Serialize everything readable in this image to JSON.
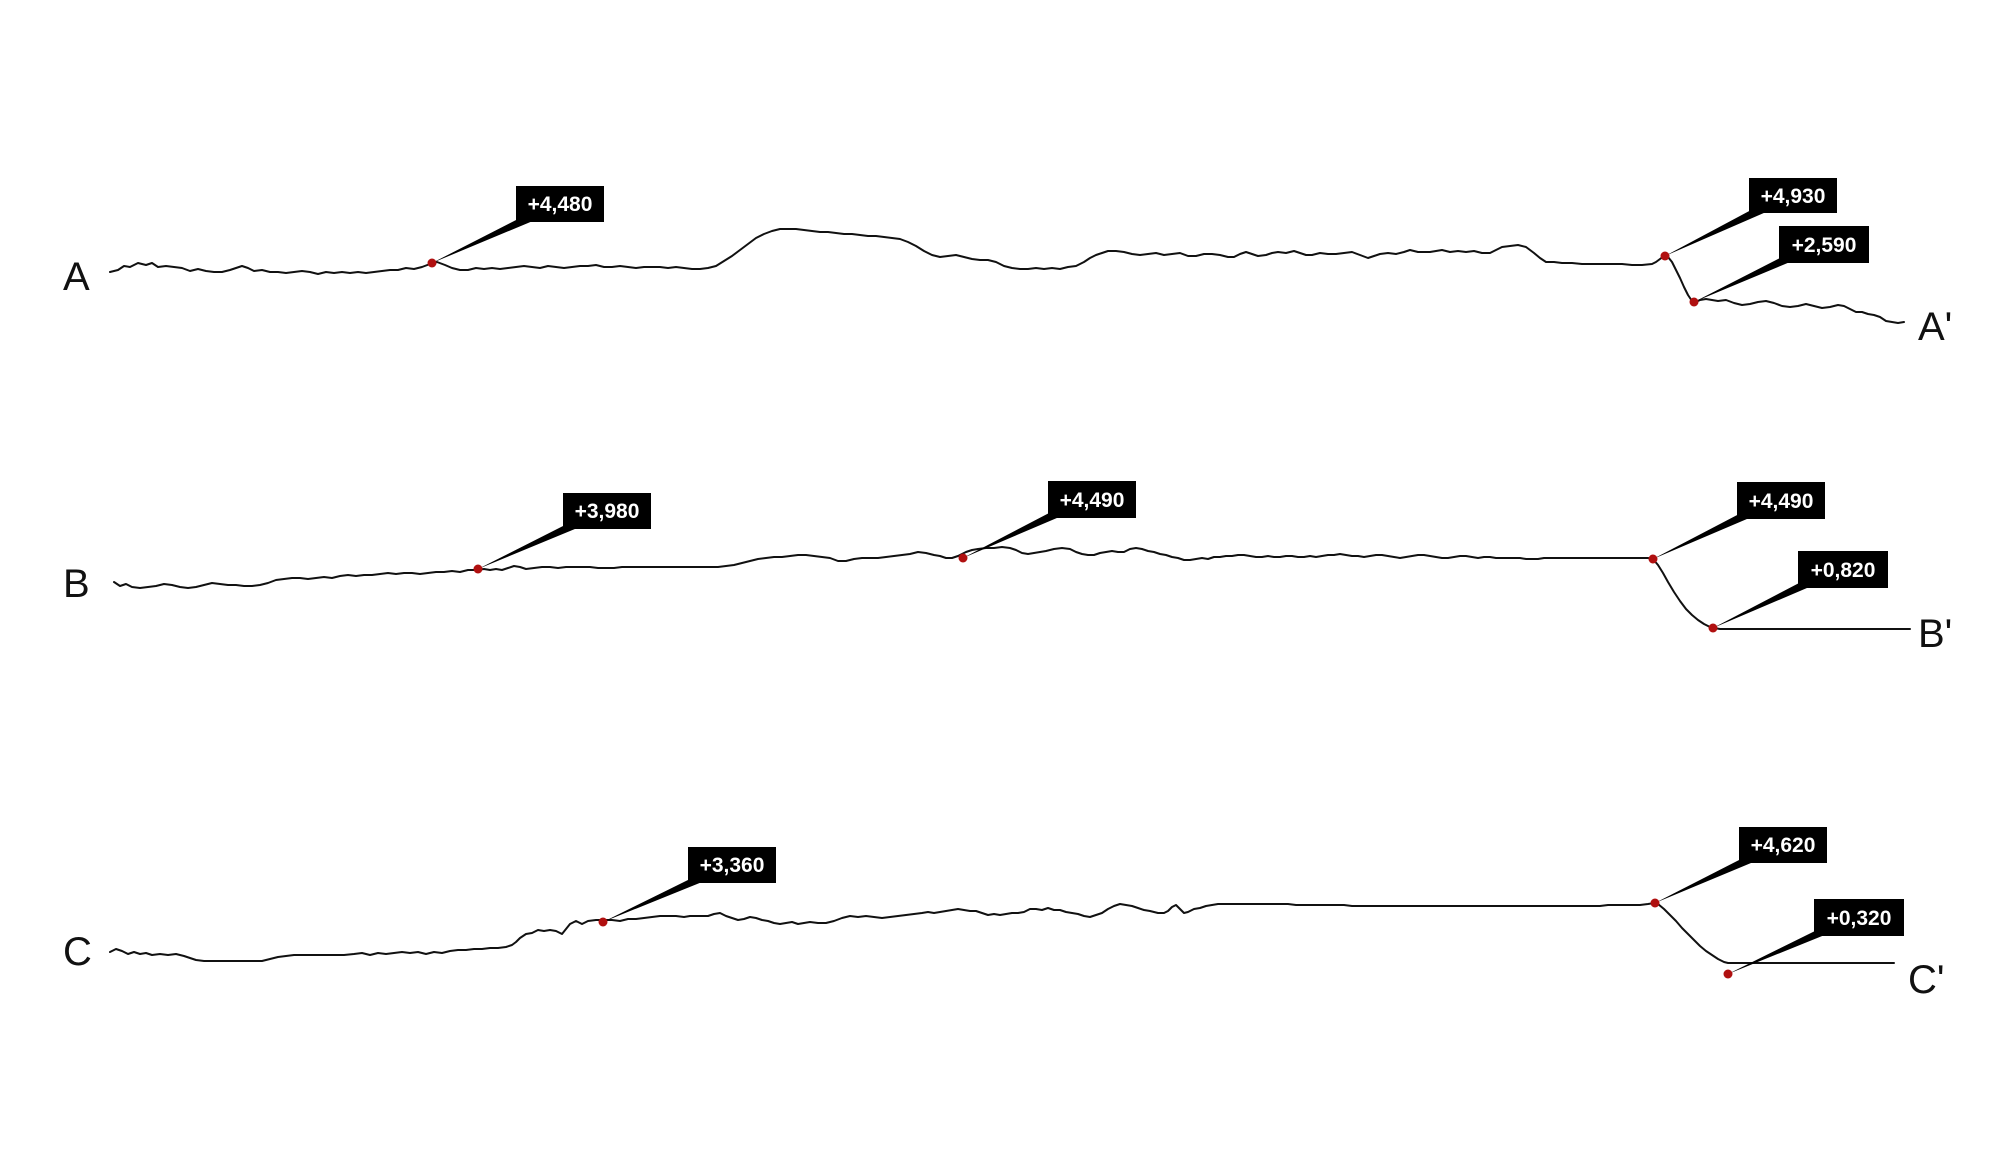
{
  "profiles": [
    {
      "start_label": "A",
      "end_label": "A'",
      "callouts": [
        {
          "text": "+4,480"
        },
        {
          "text": "+4,930"
        },
        {
          "text": "+2,590"
        }
      ]
    },
    {
      "start_label": "B",
      "end_label": "B'",
      "callouts": [
        {
          "text": "+3,980"
        },
        {
          "text": "+4,490"
        },
        {
          "text": "+4,490"
        },
        {
          "text": "+0,820"
        }
      ]
    },
    {
      "start_label": "C",
      "end_label": "C'",
      "callouts": [
        {
          "text": "+3,360"
        },
        {
          "text": "+4,620"
        },
        {
          "text": "+0,320"
        }
      ]
    }
  ],
  "colors": {
    "line": "#111111",
    "marker": "#b01010",
    "callout_bg": "#000000",
    "callout_text": "#ffffff"
  }
}
